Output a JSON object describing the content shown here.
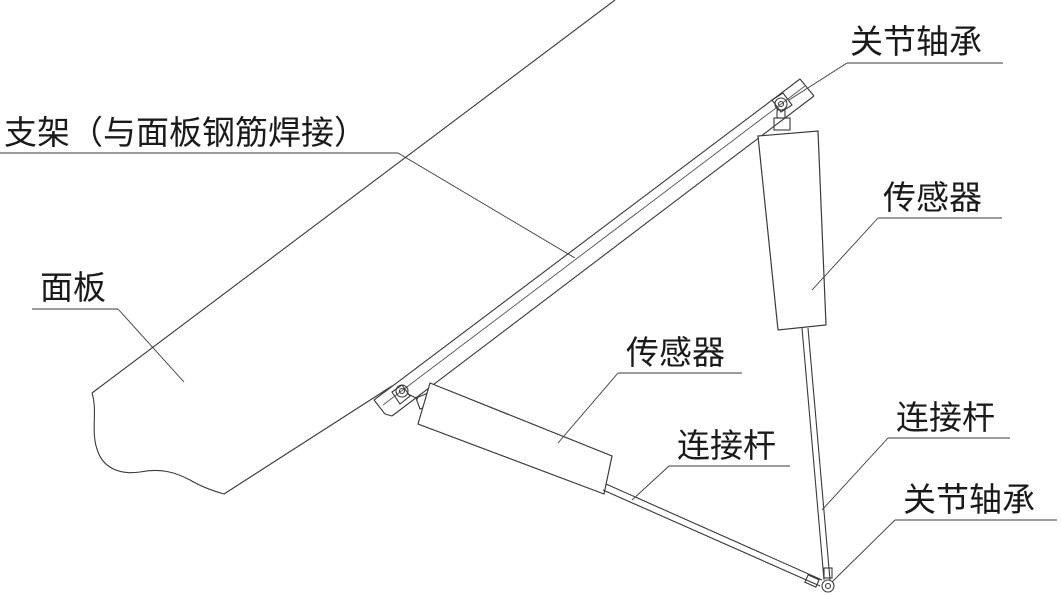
{
  "labels": {
    "bracket": "支架（与面板钢筋焊接）",
    "panel": "面板",
    "bearing_top": "关节轴承",
    "sensor_upper": "传感器",
    "sensor_lower": "传感器",
    "rod_lower": "连接杆",
    "rod_right": "连接杆",
    "bearing_bottom": "关节轴承"
  },
  "colors": {
    "line": "#3a3a3a",
    "text": "#1a1a1a",
    "background": "#ffffff"
  }
}
